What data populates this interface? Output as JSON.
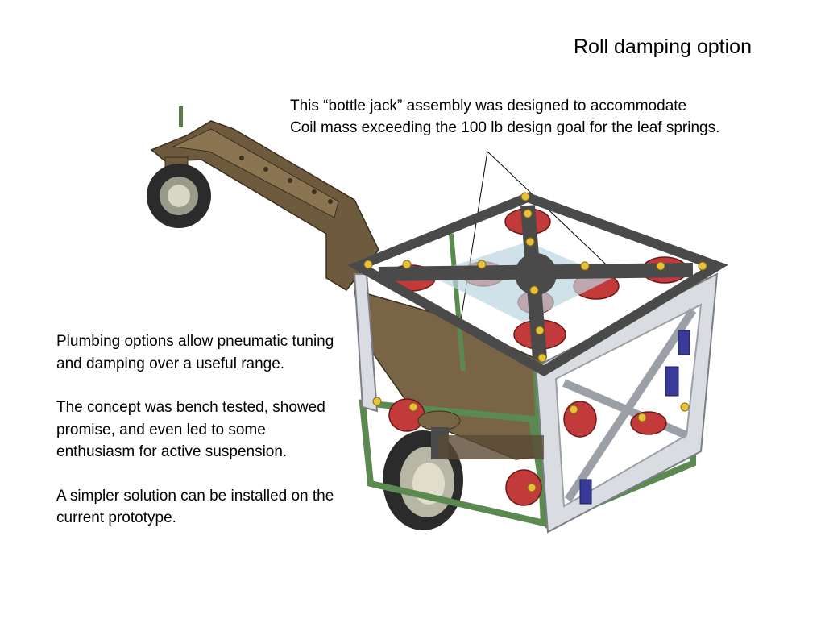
{
  "title": "Roll damping option",
  "callout": {
    "line1": "This “bottle jack” assembly was designed to accommodate",
    "line2": "Coil mass exceeding the 100 lb design goal for the leaf springs."
  },
  "notes": [
    "Plumbing options allow pneumatic tuning and damping over a useful range.",
    "The concept was bench tested, showed promise, and even led to some enthusiasm for active suspension.",
    "A simpler solution can be installed on the current prototype."
  ],
  "colors": {
    "arm_brown": "#6e5a3c",
    "frame_green": "#6f9a63",
    "plate_dark": "#4a4a4a",
    "spring_red": "#c23a3a",
    "side_panel": "#d9dde2",
    "bolt_yellow": "#e6c23a",
    "tire": "#2b2b2b",
    "glass_blue": "#a9c9d6"
  }
}
